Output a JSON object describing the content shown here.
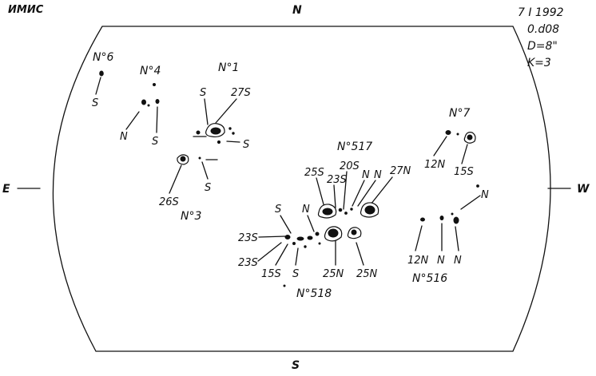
{
  "header": {
    "org": "ИМИС",
    "date": "7 I 1992",
    "time": "0.d08",
    "diameter": "D=8\"",
    "k": "K=3"
  },
  "directions": {
    "north": "N",
    "south": "S",
    "east": "E",
    "west": "W"
  },
  "groups": [
    {
      "id": "g6",
      "label": "N°6"
    },
    {
      "id": "g4",
      "label": "N°4"
    },
    {
      "id": "g1",
      "label": "N°1"
    },
    {
      "id": "g3",
      "label": "N°3"
    },
    {
      "id": "g517",
      "label": "N°517"
    },
    {
      "id": "g518",
      "label": "N°518"
    },
    {
      "id": "g7",
      "label": "N°7"
    },
    {
      "id": "g516",
      "label": "N°516"
    }
  ],
  "polarity_labels": [
    "S",
    "N",
    "S",
    "S",
    "27S",
    "S",
    "26S",
    "S",
    "25S",
    "23S",
    "20S",
    "N",
    "N",
    "27N",
    "S",
    "N",
    "23S",
    "23S",
    "15S",
    "S",
    "25N",
    "25N",
    "12N",
    "15S",
    "N",
    "12N",
    "N",
    "N"
  ]
}
